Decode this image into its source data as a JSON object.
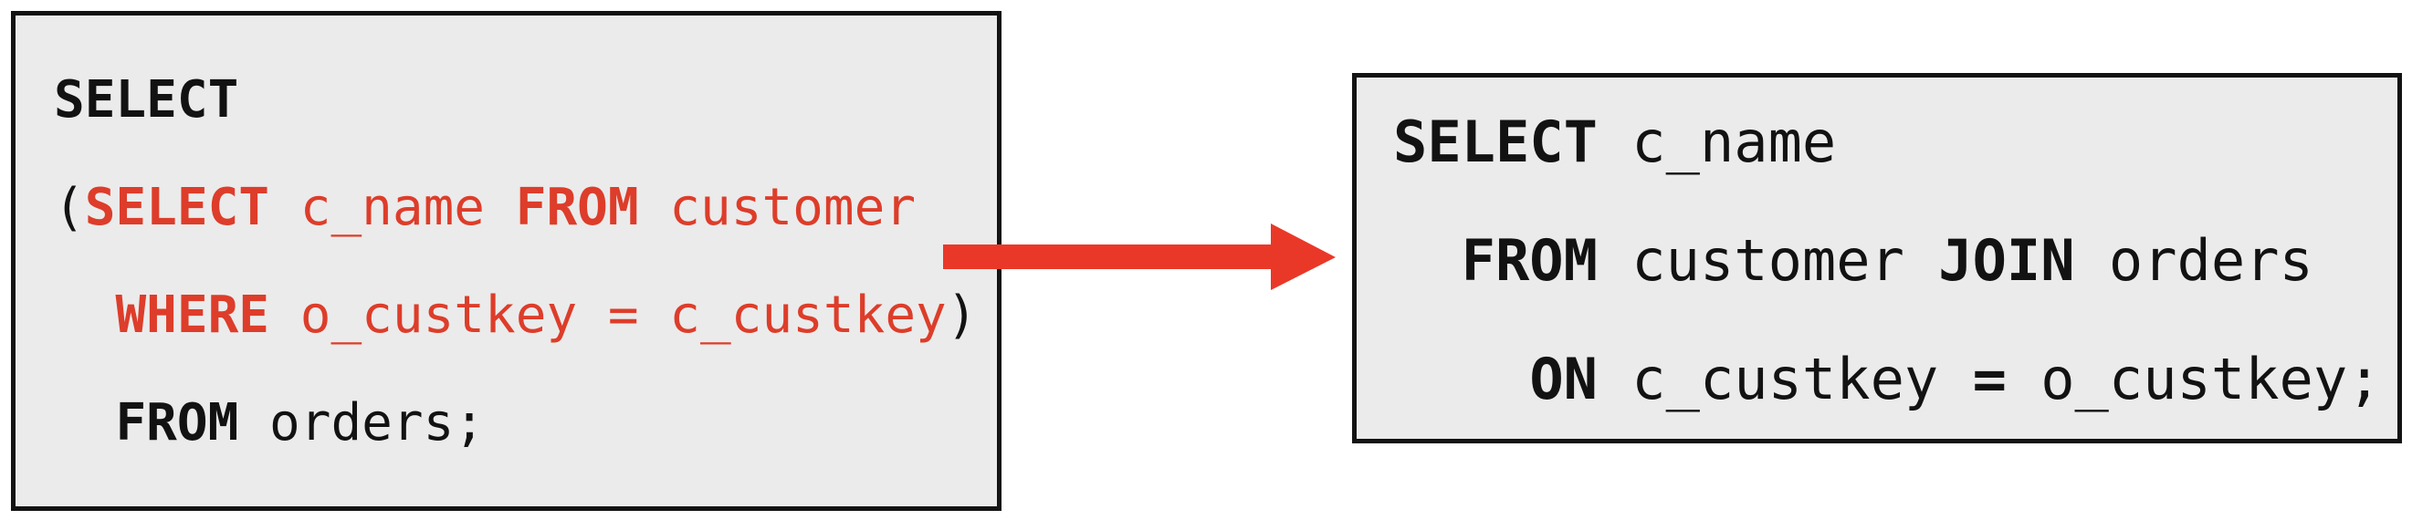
{
  "diagram": {
    "kind": "sql-rewrite",
    "arrow": {
      "direction": "right",
      "color": "#ea3828"
    }
  },
  "colors": {
    "red": "#dd3d2a",
    "black": "#121212",
    "arrow_red": "#ea3828",
    "box_bg": "#ebebeb",
    "box_border": "#131313",
    "canvas": "#ffffff"
  },
  "left_box": {
    "role": "subquery-version",
    "plain_text": "SELECT\n(SELECT c_name FROM customer\n  WHERE o_custkey = c_custkey)\n  FROM orders;",
    "lines": [
      [
        {
          "t": "SELECT",
          "b": true,
          "c": "black"
        }
      ],
      [
        {
          "t": "(",
          "b": false,
          "c": "black"
        },
        {
          "t": "SELECT",
          "b": true,
          "c": "red"
        },
        {
          "t": " c_name ",
          "b": false,
          "c": "red"
        },
        {
          "t": "FROM",
          "b": true,
          "c": "red"
        },
        {
          "t": " customer",
          "b": false,
          "c": "red"
        }
      ],
      [
        {
          "t": "  ",
          "b": false,
          "c": "red"
        },
        {
          "t": "WHERE",
          "b": true,
          "c": "red"
        },
        {
          "t": " o_custkey = c_custkey",
          "b": false,
          "c": "red"
        },
        {
          "t": ")",
          "b": false,
          "c": "black"
        }
      ],
      [
        {
          "t": "  ",
          "b": false,
          "c": "black"
        },
        {
          "t": "FROM",
          "b": true,
          "c": "black"
        },
        {
          "t": " orders;",
          "b": false,
          "c": "black"
        }
      ]
    ]
  },
  "right_box": {
    "role": "join-version",
    "plain_text": "SELECT c_name\n  FROM customer JOIN orders\n    ON c_custkey = o_custkey;",
    "lines": [
      [
        {
          "t": "SELECT",
          "b": true,
          "c": "black"
        },
        {
          "t": " c_name",
          "b": false,
          "c": "black"
        }
      ],
      [
        {
          "t": "  ",
          "b": false,
          "c": "black"
        },
        {
          "t": "FROM",
          "b": true,
          "c": "black"
        },
        {
          "t": " customer ",
          "b": false,
          "c": "black"
        },
        {
          "t": "JOIN",
          "b": true,
          "c": "black"
        },
        {
          "t": " orders",
          "b": false,
          "c": "black"
        }
      ],
      [
        {
          "t": "    ",
          "b": false,
          "c": "black"
        },
        {
          "t": "ON",
          "b": true,
          "c": "black"
        },
        {
          "t": " c_custkey ",
          "b": false,
          "c": "black"
        },
        {
          "t": "=",
          "b": true,
          "c": "black"
        },
        {
          "t": " o_custkey;",
          "b": false,
          "c": "black"
        }
      ]
    ]
  }
}
